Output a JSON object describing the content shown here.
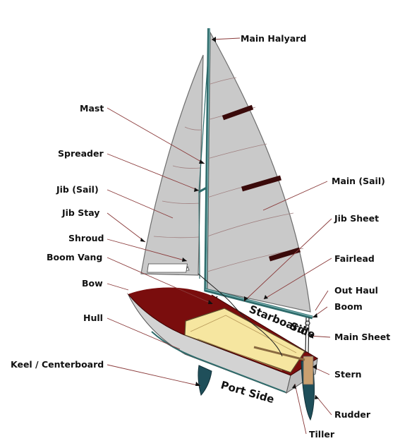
{
  "diagram": {
    "colors": {
      "sail": "#c9c9c9",
      "sail_edge": "#6d6d6d",
      "hull_side": "#d3d3d3",
      "deck": "#7a0d0d",
      "cockpit": "#f6e6a0",
      "spar": "#2e6b6b",
      "leader": "#8a3a3a",
      "batten": "#3a0a0a"
    },
    "labels": {
      "main_halyard": "Main Halyard",
      "mast": "Mast",
      "spreader": "Spreader",
      "jib_sail": "Jib (Sail)",
      "main_sail": "Main (Sail)",
      "jib_stay": "Jib Stay",
      "jib_sheet": "Jib Sheet",
      "shroud": "Shroud",
      "boom_vang": "Boom Vang",
      "fairlead": "Fairlead",
      "bow": "Bow",
      "out_haul": "Out Haul",
      "boom": "Boom",
      "starboard": "Starboard",
      "side": "Side",
      "hull": "Hull",
      "main_sheet": "Main Sheet",
      "stern": "Stern",
      "keel_centerboard": "Keel / Centerboard",
      "port_side": "Port Side",
      "rudder": "Rudder",
      "tiller": "Tiller"
    }
  }
}
